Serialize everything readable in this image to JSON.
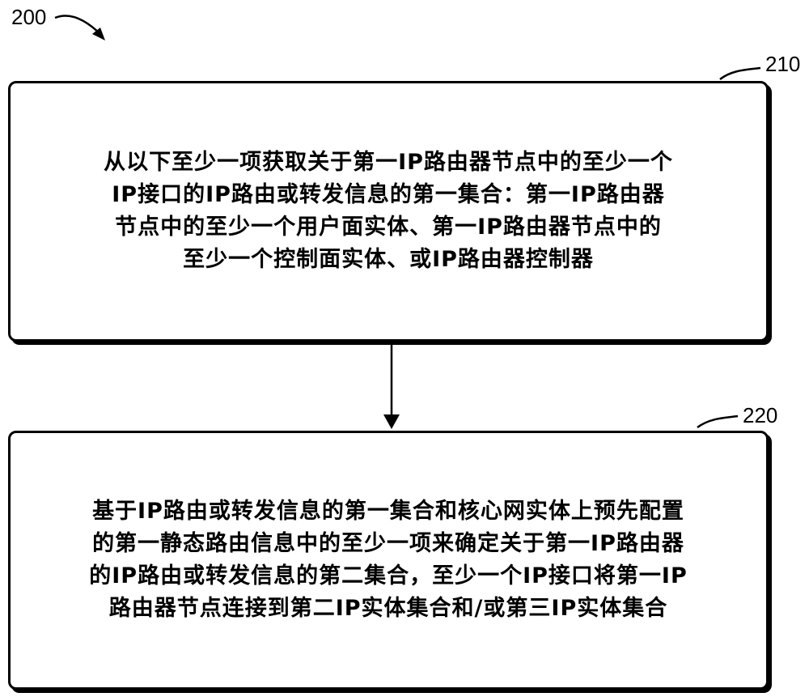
{
  "figure_label": "200",
  "steps": [
    {
      "ref": "210",
      "text": "从以下至少一项获取关于第一IP路由器节点中的至少一个\nIP接口的IP路由或转发信息的第一集合：第一IP路由器\n节点中的至少一个用户面实体、第一IP路由器节点中的\n至少一个控制面实体、或IP路由器控制器"
    },
    {
      "ref": "220",
      "text": "基于IP路由或转发信息的第一集合和核心网实体上预先配置\n的第一静态路由信息中的至少一项来确定关于第一IP路由器\n的IP路由或转发信息的第二集合，至少一个IP接口将第一IP\n路由器节点连接到第二IP实体集合和/或第三IP实体集合"
    }
  ]
}
